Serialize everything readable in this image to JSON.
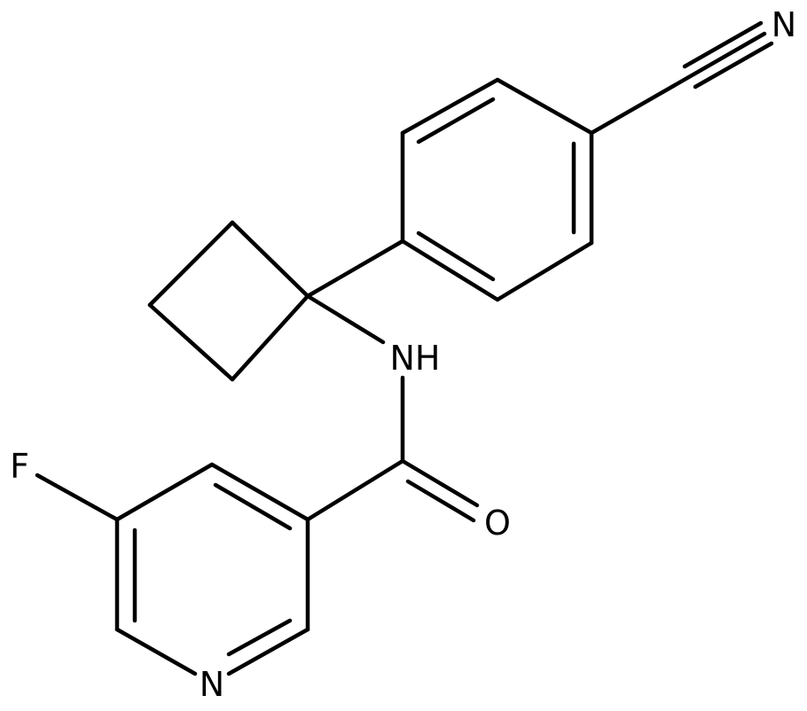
{
  "structure": {
    "atom_labels": {
      "nitrile_n": "N",
      "amide_nh": "NH",
      "carbonyl_o": "O",
      "fluorine": "F",
      "pyridine_n": "N"
    },
    "bond_color": "#000000",
    "background": "#ffffff"
  }
}
